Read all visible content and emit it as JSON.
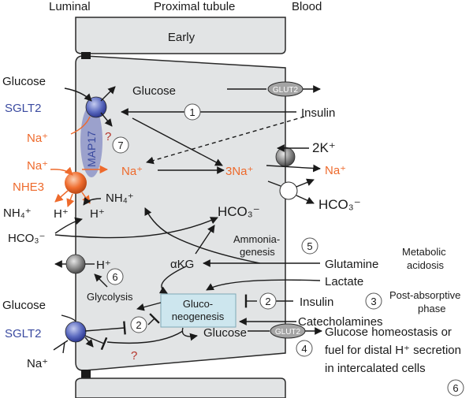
{
  "headers": {
    "luminal": "Luminal",
    "proximal_tubule": "Proximal tubule",
    "blood": "Blood"
  },
  "cells": {
    "early": "Early"
  },
  "transporters": {
    "sglt2_top": "SGLT2",
    "sglt2_bottom": "SGLT2",
    "map17": "MAP17",
    "nhe3": "NHE3",
    "glut2_top": "GLUT2",
    "glut2_bottom": "GLUT2",
    "gluconeogenesis_line1": "Gluco-",
    "gluconeogenesis_line2": "neogenesis"
  },
  "labels": {
    "glucose_luminal_top": "Glucose",
    "na_luminal_1": "Na⁺",
    "na_luminal_2": "Na⁺",
    "nh4_luminal": "NH₄⁺",
    "h_luminal_1": "H⁺",
    "h_luminal_2": "H⁺",
    "hco3_luminal": "HCO₃⁻",
    "glucose_luminal_bottom": "Glucose",
    "na_luminal_bottom": "Na⁺",
    "glucose_cell_top": "Glucose",
    "na_cell": "Na⁺",
    "three_na": "3Na⁺",
    "nh4_cell": "NH₄⁺",
    "hco3_cell": "HCO₃⁻",
    "h_cell": "H⁺",
    "ammoniagenesis_1": "Ammonia-",
    "ammoniagenesis_2": "genesis",
    "akg": "αKG",
    "glycolysis": "Glycolysis",
    "glucose_cell_bottom": "Glucose",
    "question_1": "?",
    "question_2": "?",
    "insulin_top": "Insulin",
    "two_k": "2K⁺",
    "na_blood": "Na⁺",
    "hco3_blood": "HCO₃⁻",
    "glutamine": "Glutamine",
    "metabolic_acidosis_1": "Metabolic",
    "metabolic_acidosis_2": "acidosis",
    "lactate": "Lactate",
    "insulin_bottom": "Insulin",
    "post_absorptive_1": "Post-absorptive",
    "post_absorptive_2": "phase",
    "catecholamines": "Catecholamines",
    "glucose_homeostasis_1": "Glucose homeostasis or",
    "glucose_homeostasis_2": "fuel for distal H⁺ secretion",
    "glucose_homeostasis_3": "in intercalated cells"
  },
  "markers": [
    "1",
    "2",
    "2",
    "3",
    "4",
    "5",
    "6",
    "6",
    "7"
  ],
  "colors": {
    "cell_fill": "#e2e4e5",
    "cell_stroke": "#2a2a2a",
    "sglt2": "#5c6bc0",
    "nhe3": "#ef6c2e",
    "map17": "#8e95c8",
    "pump_gray": "#8a8a8a",
    "gluconeogenesis_box": "#cde6ee",
    "orange_text": "#ee6a2c",
    "blue_text": "#3a4aa0",
    "question_red": "#b5332a"
  }
}
